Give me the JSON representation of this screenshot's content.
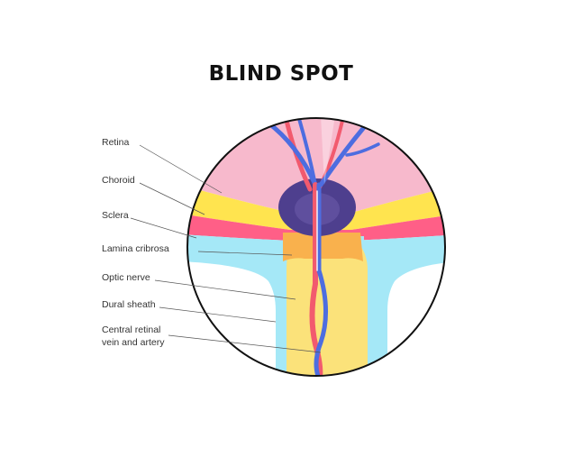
{
  "title": "BLIND SPOT",
  "labels": {
    "retina": "Retina",
    "choroid": "Choroid",
    "sclera": "Sclera",
    "lamina": "Lamina cribrosa",
    "optic_nerve": "Optic nerve",
    "dural_sheath": "Dural sheath",
    "central_line1": "Central retinal",
    "central_line2": "vein and artery"
  },
  "colors": {
    "retina": "#f7b9cc",
    "choroid": "#ffe44f",
    "sclera": "#ff5f87",
    "dural_sheath": "#a5e8f7",
    "nerve": "#fbe27a",
    "lamina": "#f9b14d",
    "blind_spot": "#4e3f8e",
    "vein": "#4d6de0",
    "artery": "#f25a6e",
    "outline": "#111111"
  }
}
